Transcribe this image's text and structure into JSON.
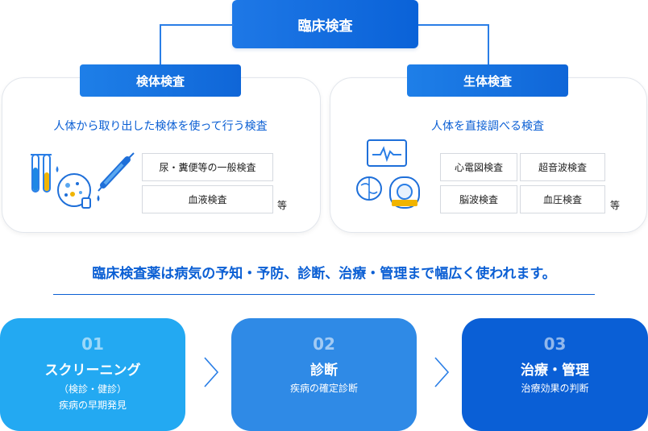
{
  "top": {
    "title": "臨床検査"
  },
  "specimen": {
    "label": "検体検査",
    "description": "人体から取り出した検体を使って行う検査",
    "tags": [
      "尿・糞便等の一般検査",
      "血液検査"
    ],
    "etc": "等"
  },
  "physiological": {
    "label": "生体検査",
    "description": "人体を直接調べる検査",
    "tags": [
      "心電図検査",
      "超音波検査",
      "脳波検査",
      "血圧検査"
    ],
    "etc": "等"
  },
  "headline": "臨床検査薬は病気の予知・予防、診断、治療・管理まで幅広く使われます。",
  "steps": [
    {
      "number": "01",
      "title": "スクリーニング",
      "subtitle": "（検診・健診）",
      "description": "疾病の早期発見",
      "color": "#23a9f2"
    },
    {
      "number": "02",
      "title": "診断",
      "subtitle": "",
      "description": "疾病の確定診断",
      "color": "#2f8ae6"
    },
    {
      "number": "03",
      "title": "治療・管理",
      "subtitle": "",
      "description": "治療効果の判断",
      "color": "#0a5fd6"
    }
  ],
  "colors": {
    "accent": "#0b5fd4",
    "connector": "#2a7ee6"
  },
  "icons": [
    "test-tubes-icon",
    "petri-dish-icon",
    "syringe-icon",
    "monitor-ecg-icon",
    "brain-icon",
    "mri-scanner-icon",
    "chevron-right-icon"
  ]
}
